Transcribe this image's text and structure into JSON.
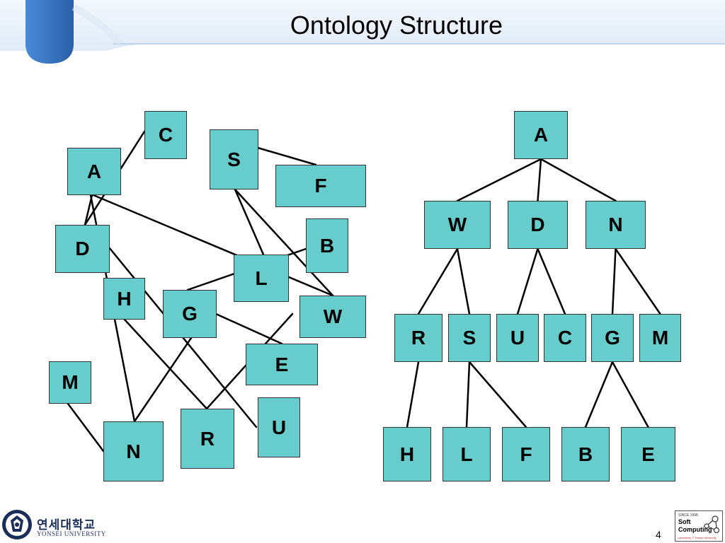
{
  "slide": {
    "title": "Ontology Structure",
    "page_number": "4"
  },
  "footer": {
    "university_korean": "연세대학교",
    "university_english": "YONSEI UNIVERSITY",
    "lab_logo": {
      "since": "SINCE 1998",
      "soft": "Soft",
      "computing": "Computing",
      "lab": "Laboratory © Yonsei University"
    }
  },
  "colors": {
    "node_fill": "#66cccc",
    "node_border": "#333333",
    "edge": "#000000",
    "header_blue": "#3a77c4",
    "header_light": "#dce9f7"
  },
  "left_graph": {
    "nodes": [
      {
        "id": "C",
        "label": "C"
      },
      {
        "id": "A",
        "label": "A"
      },
      {
        "id": "S",
        "label": "S"
      },
      {
        "id": "F",
        "label": "F"
      },
      {
        "id": "D",
        "label": "D"
      },
      {
        "id": "B",
        "label": "B"
      },
      {
        "id": "L",
        "label": "L"
      },
      {
        "id": "H",
        "label": "H"
      },
      {
        "id": "G",
        "label": "G"
      },
      {
        "id": "W",
        "label": "W"
      },
      {
        "id": "E",
        "label": "E"
      },
      {
        "id": "M",
        "label": "M"
      },
      {
        "id": "U",
        "label": "U"
      },
      {
        "id": "R",
        "label": "R"
      },
      {
        "id": "N",
        "label": "N"
      }
    ]
  },
  "right_tree": {
    "nodes": [
      {
        "id": "A",
        "label": "A"
      },
      {
        "id": "W",
        "label": "W"
      },
      {
        "id": "D",
        "label": "D"
      },
      {
        "id": "N",
        "label": "N"
      },
      {
        "id": "R",
        "label": "R"
      },
      {
        "id": "S",
        "label": "S"
      },
      {
        "id": "U",
        "label": "U"
      },
      {
        "id": "C",
        "label": "C"
      },
      {
        "id": "G",
        "label": "G"
      },
      {
        "id": "M",
        "label": "M"
      },
      {
        "id": "H",
        "label": "H"
      },
      {
        "id": "L",
        "label": "L"
      },
      {
        "id": "F",
        "label": "F"
      },
      {
        "id": "B",
        "label": "B"
      },
      {
        "id": "E",
        "label": "E"
      }
    ],
    "edges": [
      [
        "A",
        "W"
      ],
      [
        "A",
        "D"
      ],
      [
        "A",
        "N"
      ],
      [
        "W",
        "R"
      ],
      [
        "W",
        "S"
      ],
      [
        "D",
        "U"
      ],
      [
        "D",
        "C"
      ],
      [
        "N",
        "G"
      ],
      [
        "N",
        "M"
      ],
      [
        "R",
        "H"
      ],
      [
        "S",
        "L"
      ],
      [
        "S",
        "F"
      ],
      [
        "G",
        "B"
      ],
      [
        "G",
        "E"
      ]
    ]
  }
}
